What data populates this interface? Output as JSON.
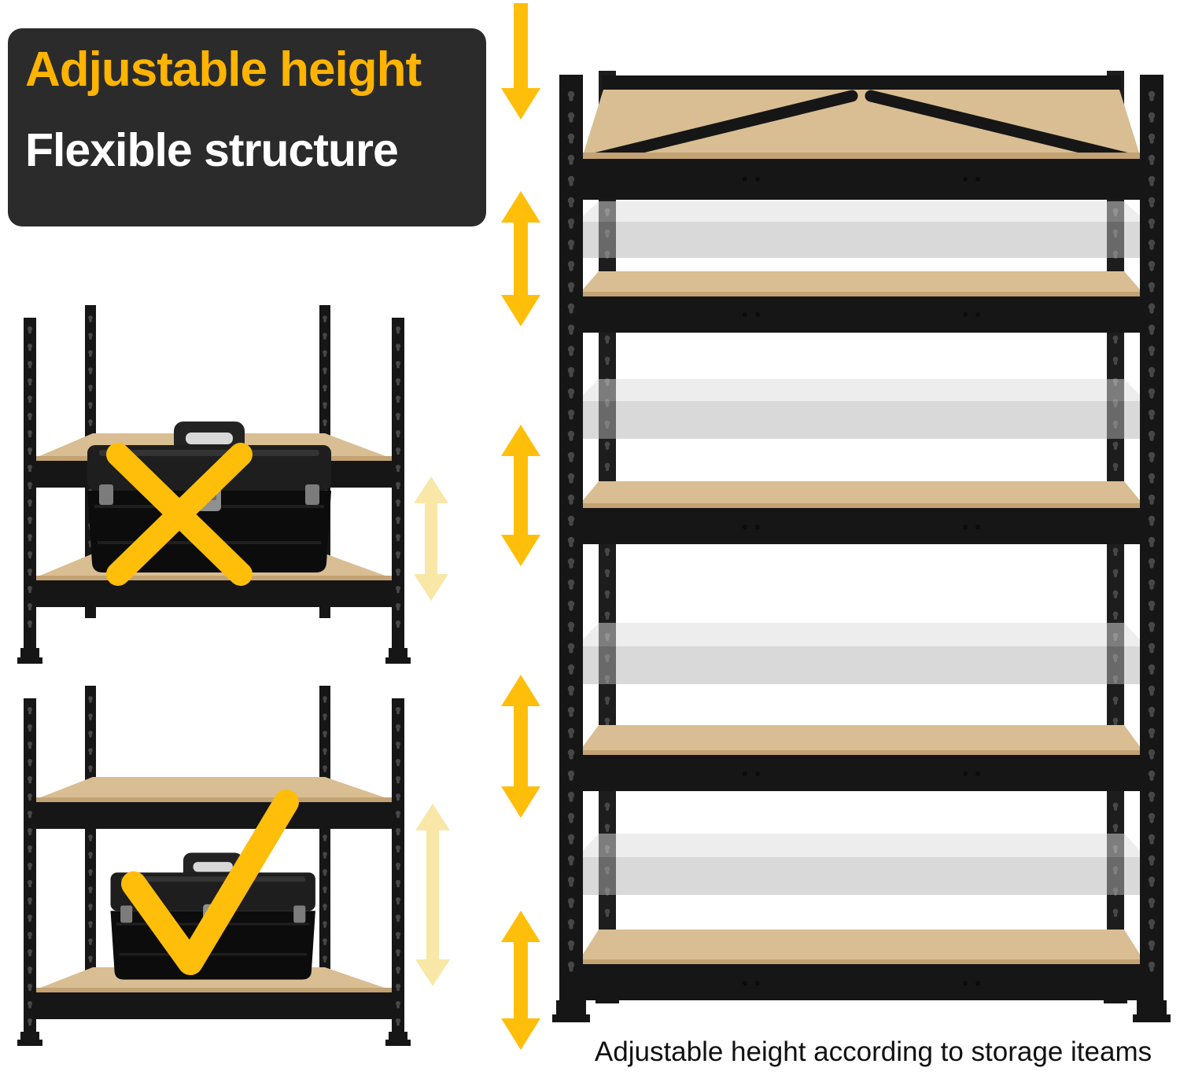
{
  "banner": {
    "title": "Adjustable height",
    "subtitle": "Flexible structure"
  },
  "caption": "Adjustable height according to storage iteams",
  "illustrations": {
    "small_shelf_wrong": "shelf with toolbox that does not fit between shelves",
    "small_shelf_correct": "shelf with toolbox that fits between shelves",
    "large_shelf": "five-tier adjustable shelving unit with ghost shelf positions"
  },
  "icons": {
    "wrong_mark": "✕",
    "correct_mark": "✓",
    "height_adjust": "double-arrow",
    "move_down": "down-arrow"
  },
  "colors": {
    "accent": "#FFBE0A",
    "pale": "#F8E7A6",
    "banner_bg": "#2B2B2B",
    "banner_title": "#FFB400",
    "banner_subtitle": "#FFFFFF",
    "wood": "#D9BE93",
    "wood_dark": "#C3A273",
    "frame": "#161616",
    "ghost_wood": "#DCDCDC",
    "ghost_beam": "#B5B5B5",
    "caption_color": "#111111",
    "bg": "#FFFFFF"
  }
}
